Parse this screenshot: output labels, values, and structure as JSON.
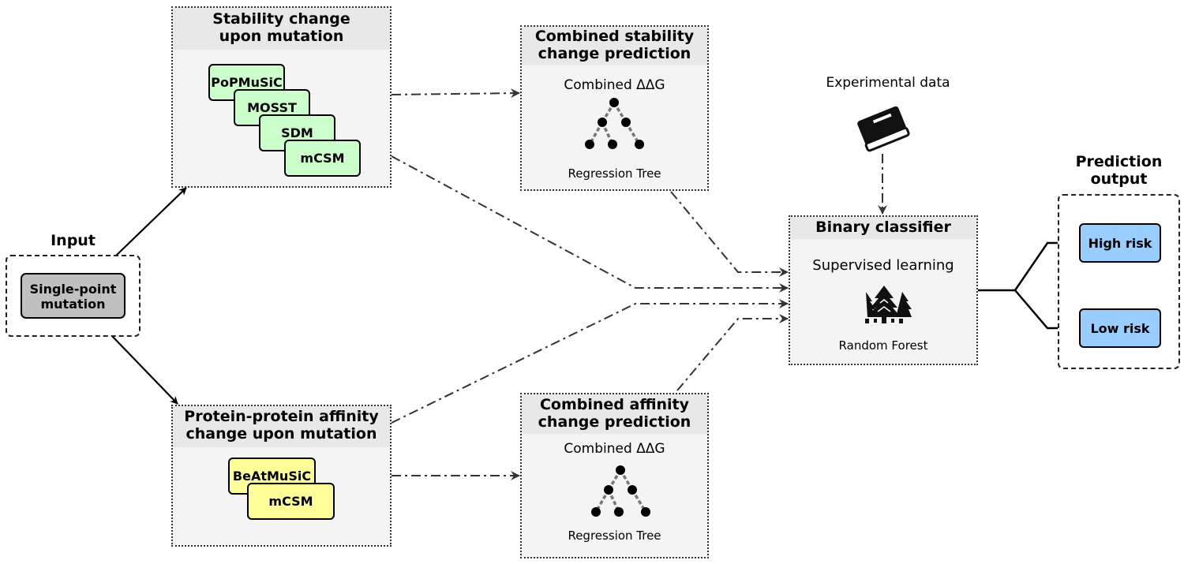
{
  "input": {
    "title": "Input",
    "mutation_line1": "Single-point",
    "mutation_line2": "mutation"
  },
  "stability": {
    "title_line1": "Stability change",
    "title_line2": "upon mutation",
    "tools": [
      "PoPMuSiC",
      "MOSST",
      "SDM",
      "mCSM"
    ]
  },
  "affinity": {
    "title_line1": "Protein-protein affinity",
    "title_line2": "change upon mutation",
    "tools": [
      "BeAtMuSiC",
      "mCSM"
    ]
  },
  "combined_stability": {
    "title_line1": "Combined stability",
    "title_line2": "change prediction",
    "value_label": "Combined ΔΔG",
    "method_label": "Regression Tree",
    "icon": "regression-tree-icon"
  },
  "combined_affinity": {
    "title_line1": "Combined affinity",
    "title_line2": "change prediction",
    "value_label": "Combined ΔΔG",
    "method_label": "Regression Tree",
    "icon": "regression-tree-icon"
  },
  "experimental": {
    "label": "Experimental data",
    "icon": "book-icon"
  },
  "classifier": {
    "title": "Binary classifier",
    "subtitle": "Supervised learning",
    "method_label": "Random Forest",
    "icon": "random-forest-icon"
  },
  "output": {
    "title_line1": "Prediction",
    "title_line2": "output",
    "high": "High risk",
    "low": "Low risk"
  },
  "colors": {
    "stability_tools": "#ccffcc",
    "affinity_tools": "#ffff99",
    "outputs": "#99ccff",
    "mutation": "#c0c0c0",
    "panel": "#f4f4f4",
    "panel_header": "#e8e8e8"
  }
}
